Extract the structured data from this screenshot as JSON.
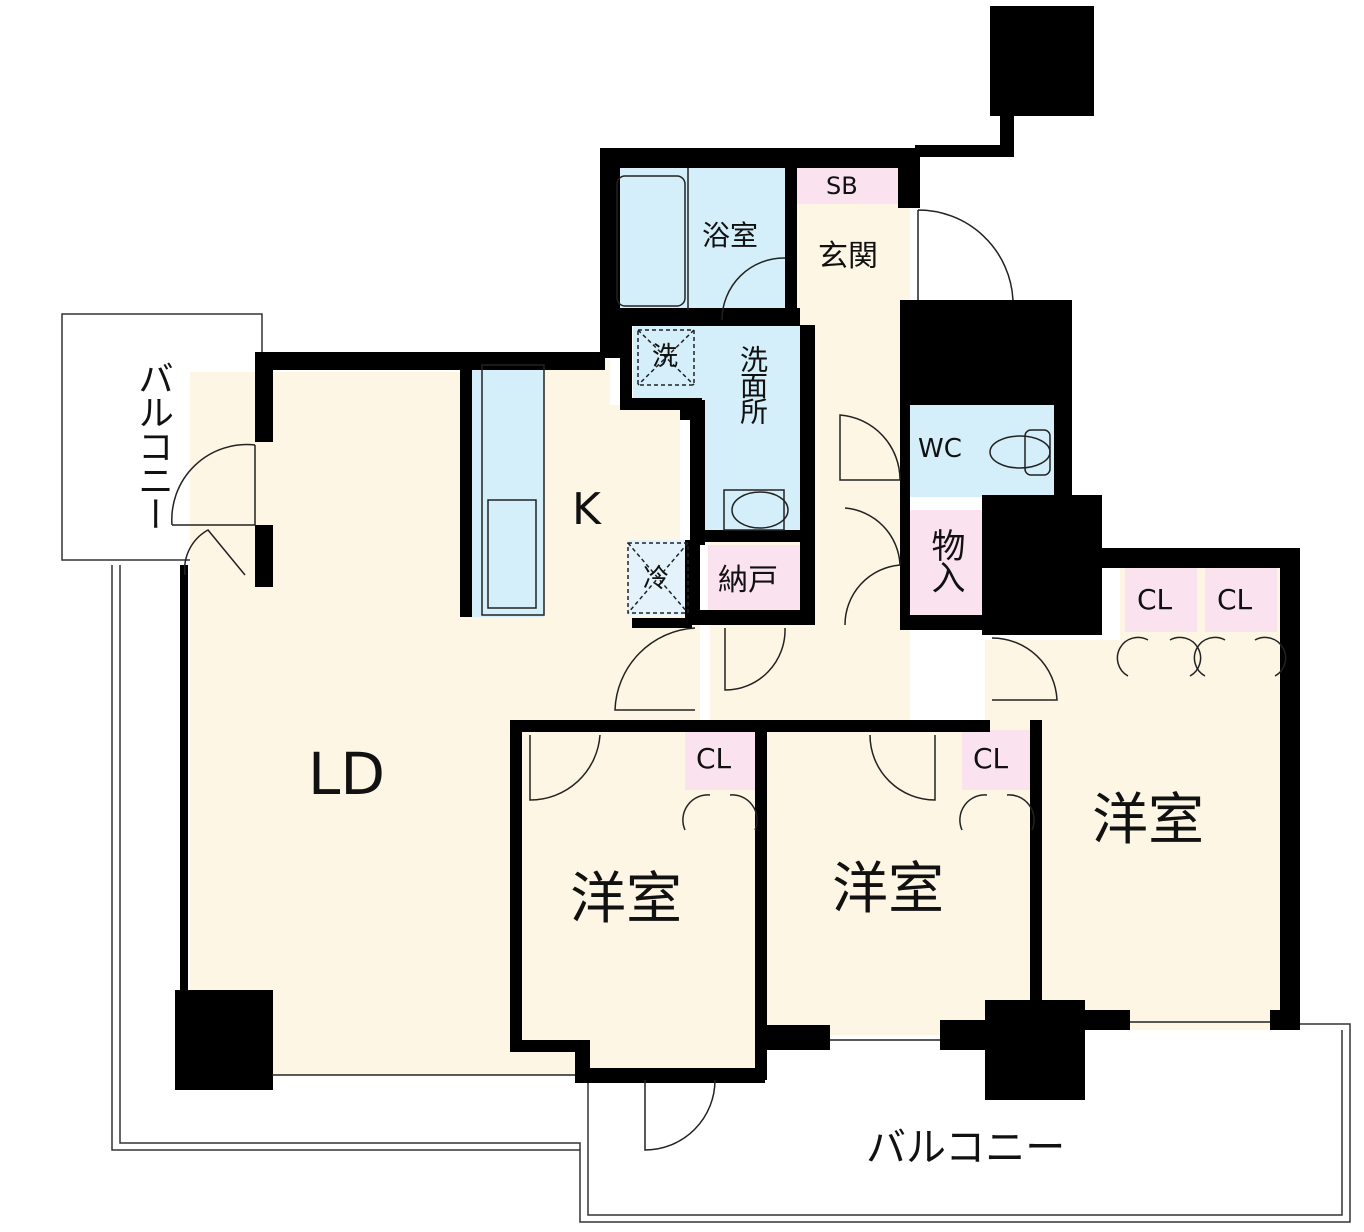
{
  "colors": {
    "wall": "#000000",
    "floor": "#fdf6e4",
    "wet_area": "#d4eefa",
    "storage": "#fae3ee",
    "balcony": "#ffffff",
    "line": "#1a1a1a"
  },
  "rooms": {
    "ld": "LD",
    "kitchen": "K",
    "western_room_1": "洋室",
    "western_room_2": "洋室",
    "western_room_3": "洋室",
    "bath": "浴室",
    "washroom": "洗面所",
    "washer": "洗",
    "fridge": "冷",
    "storeroom": "納戸",
    "entrance": "玄関",
    "shoe_box": "SB",
    "toilet": "WC",
    "closet_storage": "物入",
    "closet_1": "CL",
    "closet_2": "CL",
    "closet_3a": "CL",
    "closet_3b": "CL",
    "balcony_side": "バルコニー",
    "balcony_south": "バルコニー"
  }
}
